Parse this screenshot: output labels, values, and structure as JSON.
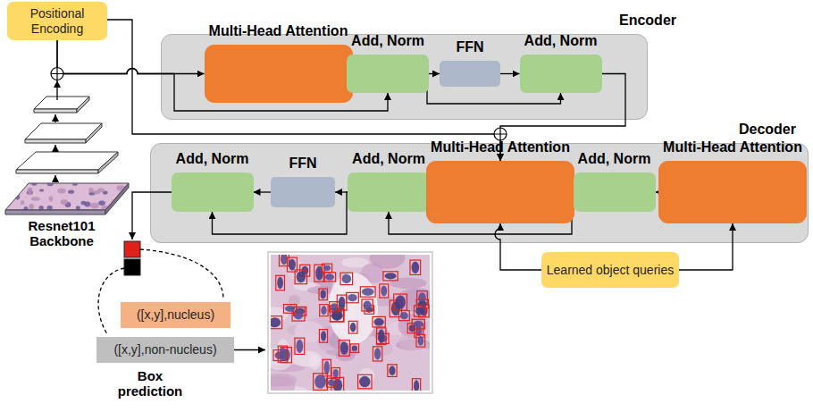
{
  "diagram": {
    "nodes": [
      {
        "text": [
          "Positional Encoding"
        ]
      },
      {
        "text": [
          "Encoder"
        ]
      },
      {
        "text": [
          "Multi-Head Attention"
        ],
        "in": 1
      },
      {
        "text": [
          "Add, Norm"
        ],
        "in": 1
      },
      {
        "text": [
          "FFN"
        ],
        "in": 1
      },
      {
        "text": [
          "Add, Norm"
        ],
        "in": 1
      },
      {
        "text": [
          "Decoder"
        ]
      },
      {
        "text": [
          "Add, Norm"
        ],
        "in": 6
      },
      {
        "text": [
          "FFN"
        ],
        "in": 6
      },
      {
        "text": [
          "Add, Norm"
        ],
        "in": 6
      },
      {
        "text": [
          "Multi-Head Attention"
        ],
        "in": 6
      },
      {
        "text": [
          "Add, Norm"
        ],
        "in": 6
      },
      {
        "text": [
          "Multi-Head Attention"
        ],
        "in": 6
      },
      {
        "text": [
          "Learned object queries"
        ]
      },
      {
        "text": [
          "([x,y],nucleus)"
        ]
      },
      {
        "text": [
          "([x,y],non-nucleus)"
        ]
      }
    ],
    "edges": [
      {
        "from": 0,
        "to": 2,
        "arrow": "to"
      },
      {
        "from": 0,
        "to": 3,
        "arrow": "to"
      },
      {
        "from": 0,
        "to": 10,
        "arrow": "to"
      },
      {
        "from": 2,
        "to": 3,
        "arrow": "to"
      },
      {
        "from": 3,
        "to": 4,
        "arrow": "to"
      },
      {
        "from": 4,
        "to": 5,
        "arrow": "to"
      },
      {
        "from": 3,
        "to": 5,
        "arrow": "to"
      },
      {
        "from": 5,
        "to": 10,
        "arrow": "to"
      },
      {
        "from": 12,
        "to": 11,
        "arrow": "to"
      },
      {
        "from": 11,
        "to": 10,
        "arrow": "to"
      },
      {
        "from": 10,
        "to": 9,
        "arrow": "to"
      },
      {
        "from": 9,
        "to": 8,
        "arrow": "to"
      },
      {
        "from": 8,
        "to": 7,
        "arrow": "to"
      },
      {
        "from": 11,
        "to": 9,
        "arrow": "to"
      },
      {
        "from": 9,
        "to": 7,
        "arrow": "to"
      },
      {
        "from": 13,
        "to": 10,
        "arrow": "to"
      },
      {
        "from": 13,
        "to": 12,
        "arrow": "to"
      }
    ],
    "labels": [
      "Resnet101 Backbone",
      "Box prediction"
    ]
  }
}
